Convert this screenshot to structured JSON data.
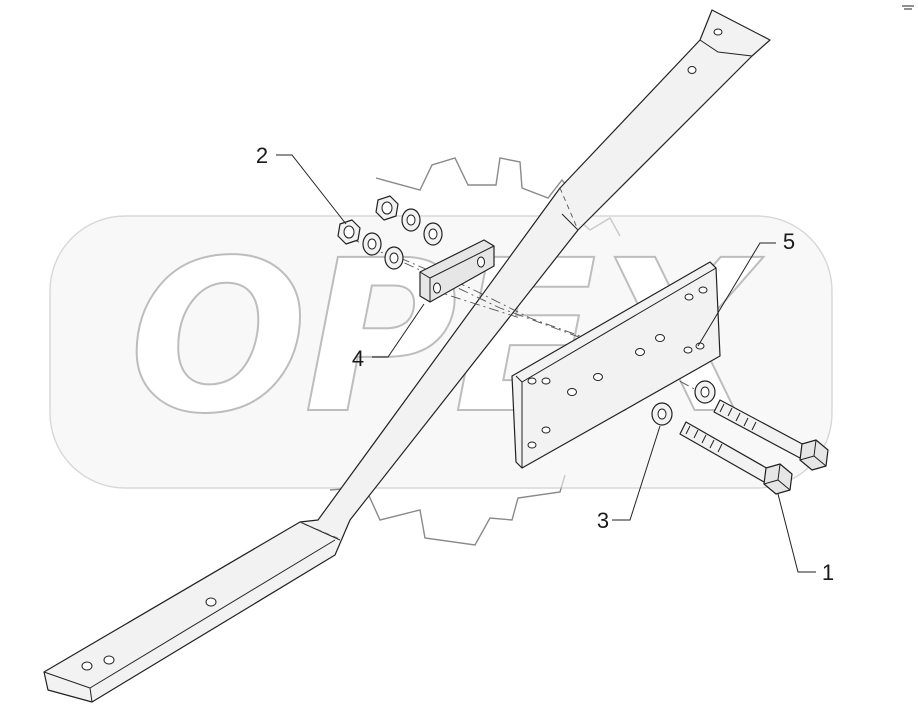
{
  "watermark": {
    "text": "OPEX"
  },
  "callouts": [
    {
      "id": "1",
      "label": "1"
    },
    {
      "id": "2",
      "label": "2"
    },
    {
      "id": "3",
      "label": "3"
    },
    {
      "id": "4",
      "label": "4"
    },
    {
      "id": "5",
      "label": "5"
    }
  ]
}
